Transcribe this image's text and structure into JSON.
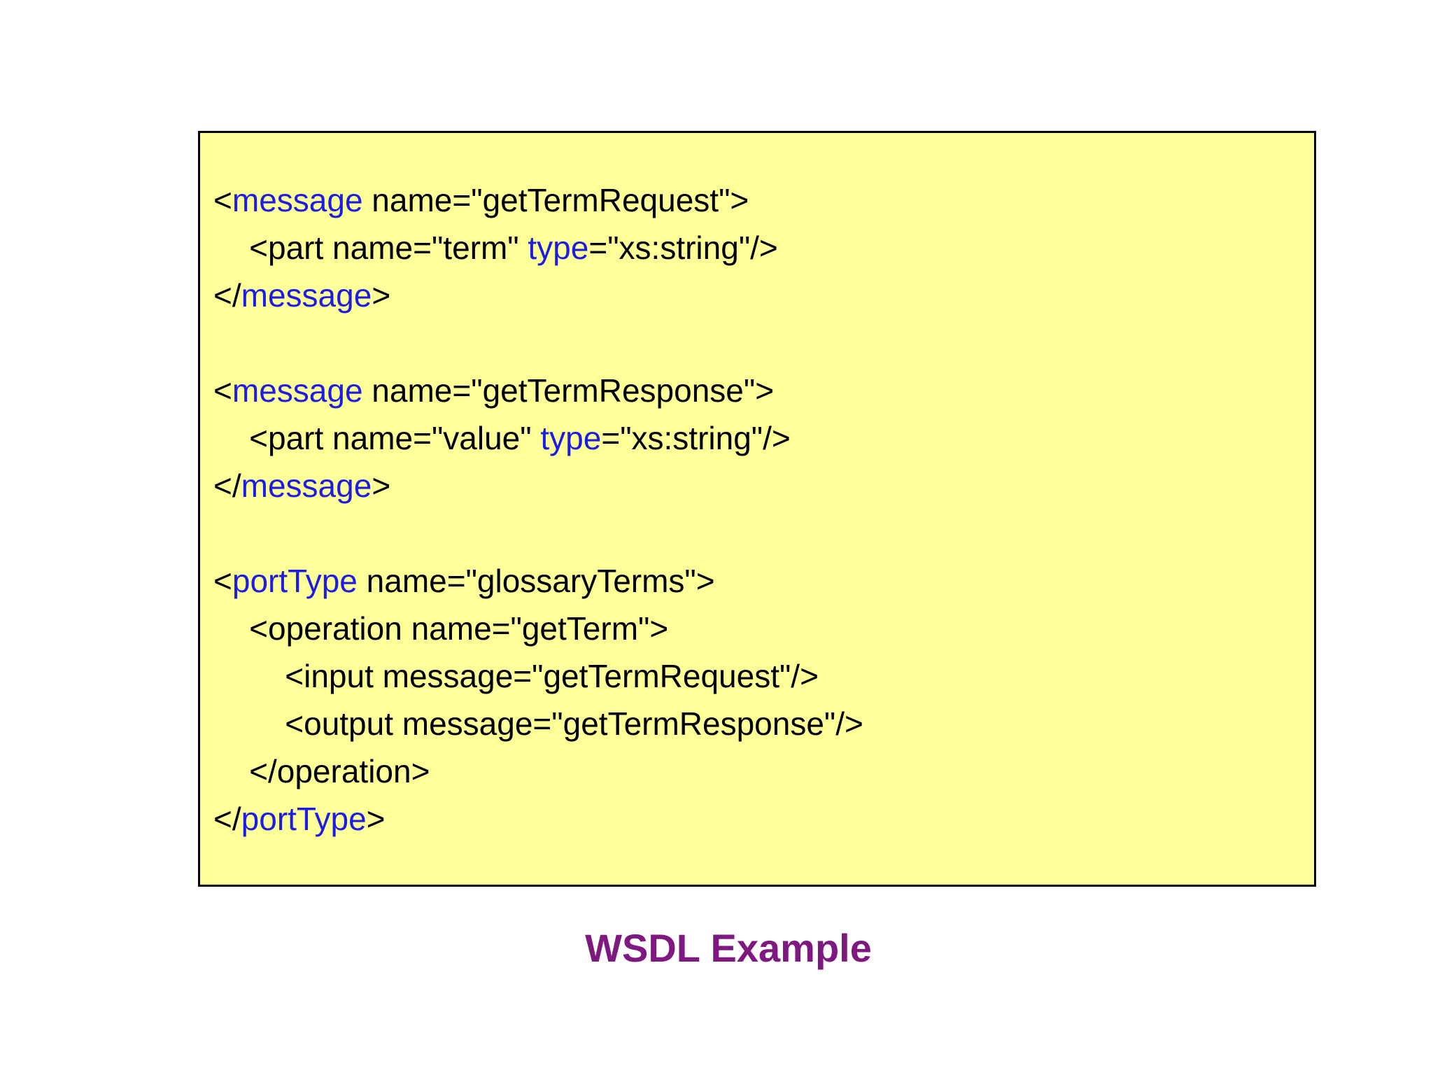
{
  "page": {
    "background": "#ffffff"
  },
  "code_panel": {
    "background": "#ffff99",
    "border_color": "#000000",
    "text_color": "#000000",
    "keyword_color": "#1c1ce4",
    "lines": [
      {
        "tokens": [
          {
            "text": "<",
            "color": "plain"
          },
          {
            "text": "message",
            "color": "keyword"
          },
          {
            "text": " name=\"getTermRequest\">",
            "color": "plain"
          }
        ]
      },
      {
        "tokens": [
          {
            "text": "    <part name=\"term\" ",
            "color": "plain"
          },
          {
            "text": "type",
            "color": "keyword"
          },
          {
            "text": "=\"xs:string\"/>",
            "color": "plain"
          }
        ]
      },
      {
        "tokens": [
          {
            "text": "</",
            "color": "plain"
          },
          {
            "text": "message",
            "color": "keyword"
          },
          {
            "text": ">",
            "color": "plain"
          }
        ]
      },
      {
        "tokens": []
      },
      {
        "tokens": [
          {
            "text": "<",
            "color": "plain"
          },
          {
            "text": "message",
            "color": "keyword"
          },
          {
            "text": " name=\"getTermResponse\">",
            "color": "plain"
          }
        ]
      },
      {
        "tokens": [
          {
            "text": "    <part name=\"value\" ",
            "color": "plain"
          },
          {
            "text": "type",
            "color": "keyword"
          },
          {
            "text": "=\"xs:string\"/>",
            "color": "plain"
          }
        ]
      },
      {
        "tokens": [
          {
            "text": "</",
            "color": "plain"
          },
          {
            "text": "message",
            "color": "keyword"
          },
          {
            "text": ">",
            "color": "plain"
          }
        ]
      },
      {
        "tokens": []
      },
      {
        "tokens": [
          {
            "text": "<",
            "color": "plain"
          },
          {
            "text": "portType",
            "color": "keyword"
          },
          {
            "text": " name=\"glossaryTerms\">",
            "color": "plain"
          }
        ]
      },
      {
        "tokens": [
          {
            "text": "    <operation name=\"getTerm\">",
            "color": "plain"
          }
        ]
      },
      {
        "tokens": [
          {
            "text": "        <input message=\"getTermRequest\"/>",
            "color": "plain"
          }
        ]
      },
      {
        "tokens": [
          {
            "text": "        <output message=\"getTermResponse\"/>",
            "color": "plain"
          }
        ]
      },
      {
        "tokens": [
          {
            "text": "    </operation>",
            "color": "plain"
          }
        ]
      },
      {
        "tokens": [
          {
            "text": "</",
            "color": "plain"
          },
          {
            "text": "portType",
            "color": "keyword"
          },
          {
            "text": ">",
            "color": "plain"
          }
        ]
      }
    ]
  },
  "caption": {
    "text": "WSDL Example",
    "color": "#7e1980"
  }
}
